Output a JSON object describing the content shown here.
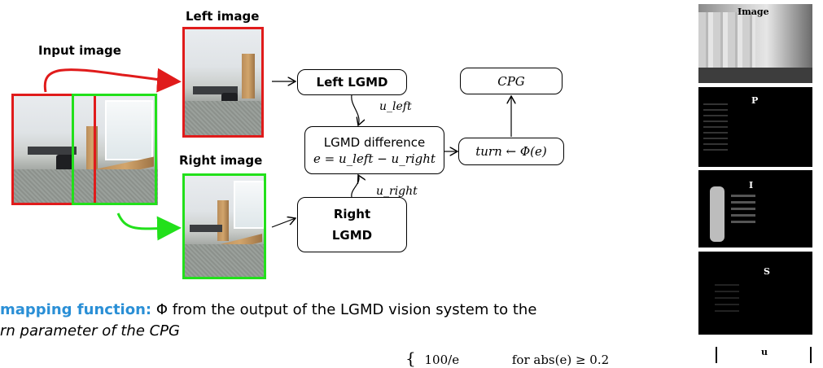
{
  "labels": {
    "left_image": "Left image",
    "input_image": "Input image",
    "right_image": "Right image"
  },
  "boxes": {
    "left_lgmd": "Left LGMD",
    "right_lgmd_line1": "Right",
    "right_lgmd_line2": "LGMD",
    "cpg": "CPG",
    "difference_line1": "LGMD difference",
    "difference_line2": "e = u_left − u_right",
    "turn": "turn ← Φ(e)"
  },
  "edges": {
    "u_left": "u_left",
    "u_right": "u_right"
  },
  "text": {
    "mapping_heading": "mapping function:",
    "mapping_body": "Φ from the output of the LGMD vision system to the",
    "mapping_line2": "rn parameter of the CPG",
    "formula_partial": "100/e",
    "formula_condition": "for abs(e) ≥ 0.2"
  },
  "panel_labels": {
    "image": "Image",
    "p": "P",
    "i": "I",
    "s": "S",
    "u": "u"
  },
  "colors": {
    "left_frame": "#e01b1b",
    "right_frame": "#22e01b",
    "heading_blue": "#2a8fd6"
  }
}
